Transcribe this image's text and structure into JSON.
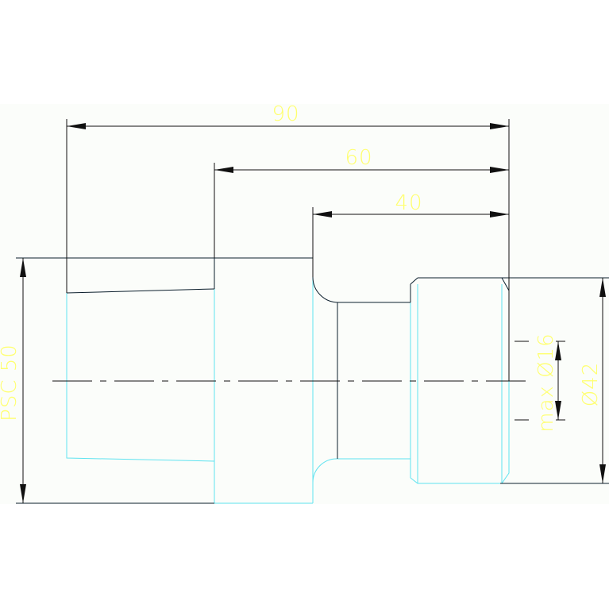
{
  "colors": {
    "sheet_background": "#fbfdfa",
    "outline": "#0b1e2c",
    "hidden_edge": "#5fe3f0",
    "dimension": "#101010",
    "dimension_text": "#ffff66"
  },
  "dimensions": {
    "length_total": "90",
    "length_mid": "60",
    "length_short": "40",
    "shank": "PSC 50",
    "bore": "max Ø16",
    "outer_diameter": "Ø42"
  }
}
